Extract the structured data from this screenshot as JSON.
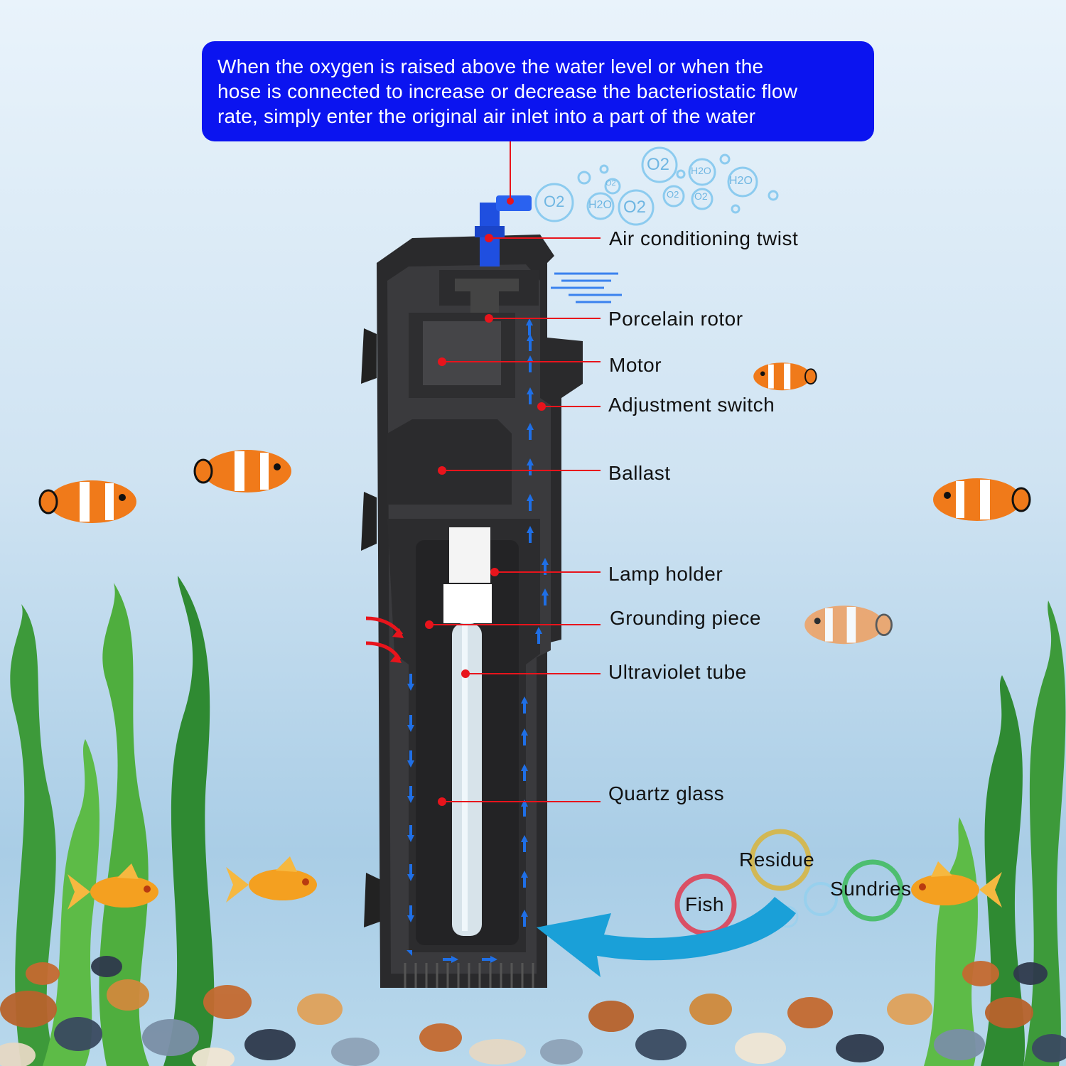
{
  "callout": {
    "lines": [
      "When the oxygen is raised above the water level or when the",
      "hose is connected to increase or decrease the bacteriostatic flow",
      "rate, simply enter the original air inlet into a part of the water"
    ]
  },
  "labels": {
    "air_twist": "Air conditioning twist",
    "rotor": "Porcelain rotor",
    "motor": "Motor",
    "switch": "Adjustment switch",
    "ballast": "Ballast",
    "lamp_holder": "Lamp holder",
    "grounding": "Grounding piece",
    "uv_tube": "Ultraviolet tube",
    "quartz": "Quartz glass"
  },
  "circles": {
    "residue": "Residue",
    "fish": "Fish",
    "sundries": "Sundries"
  },
  "bubbles": [
    "O2",
    "O2",
    "O2",
    "O2",
    "O2",
    "O2",
    "H2O",
    "H2O",
    "H2O"
  ],
  "colors": {
    "callout_bg": "#0b14f0",
    "leader_red": "#e8141c",
    "flow_blue": "#1f6fe6",
    "inlet_red": "#e8141c",
    "fish_ring": "#e23a4e",
    "residue_ring": "#d9b43a",
    "sundries_ring": "#3dbb5a",
    "arrow_teal": "#1aa0d8"
  }
}
